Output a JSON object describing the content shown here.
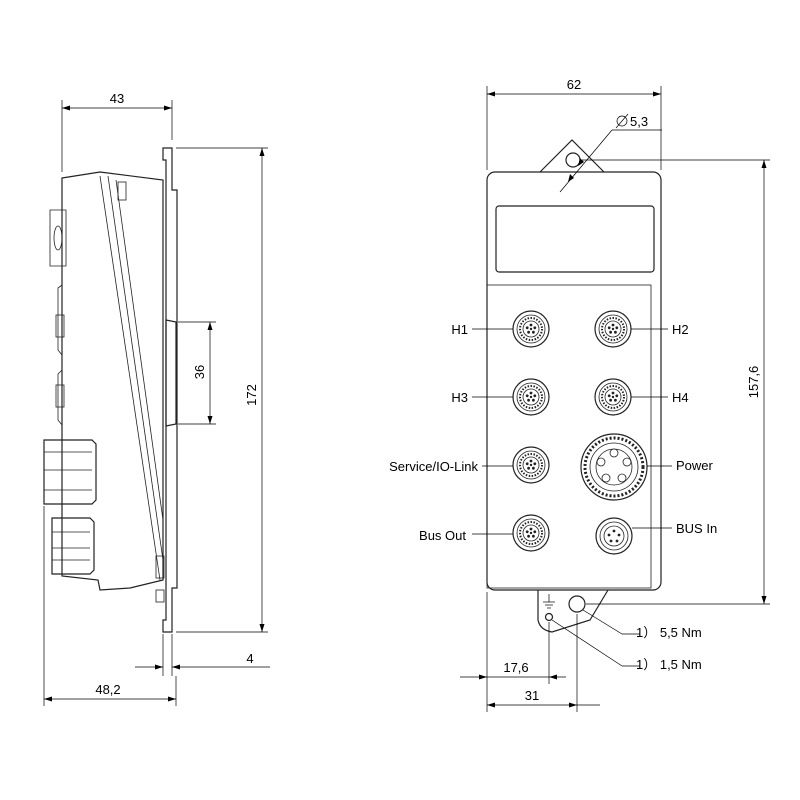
{
  "side_view": {
    "dims": {
      "top_width": "43",
      "height": "172",
      "slot": "36",
      "depth": "48,2",
      "offset": "4"
    }
  },
  "front_view": {
    "dims": {
      "width": "62",
      "hole": "5,3",
      "height": "157,6",
      "ground_offset": "17,6",
      "hole_offset": "31"
    },
    "ports": {
      "h1": "H1",
      "h2": "H2",
      "h3": "H3",
      "h4": "H4",
      "service": "Service/IO-Link",
      "power": "Power",
      "bus_out": "Bus Out",
      "bus_in": "BUS In"
    },
    "notes": {
      "torque_1": "1） 5,5 Nm",
      "torque_2": "1） 1,5 Nm"
    }
  }
}
